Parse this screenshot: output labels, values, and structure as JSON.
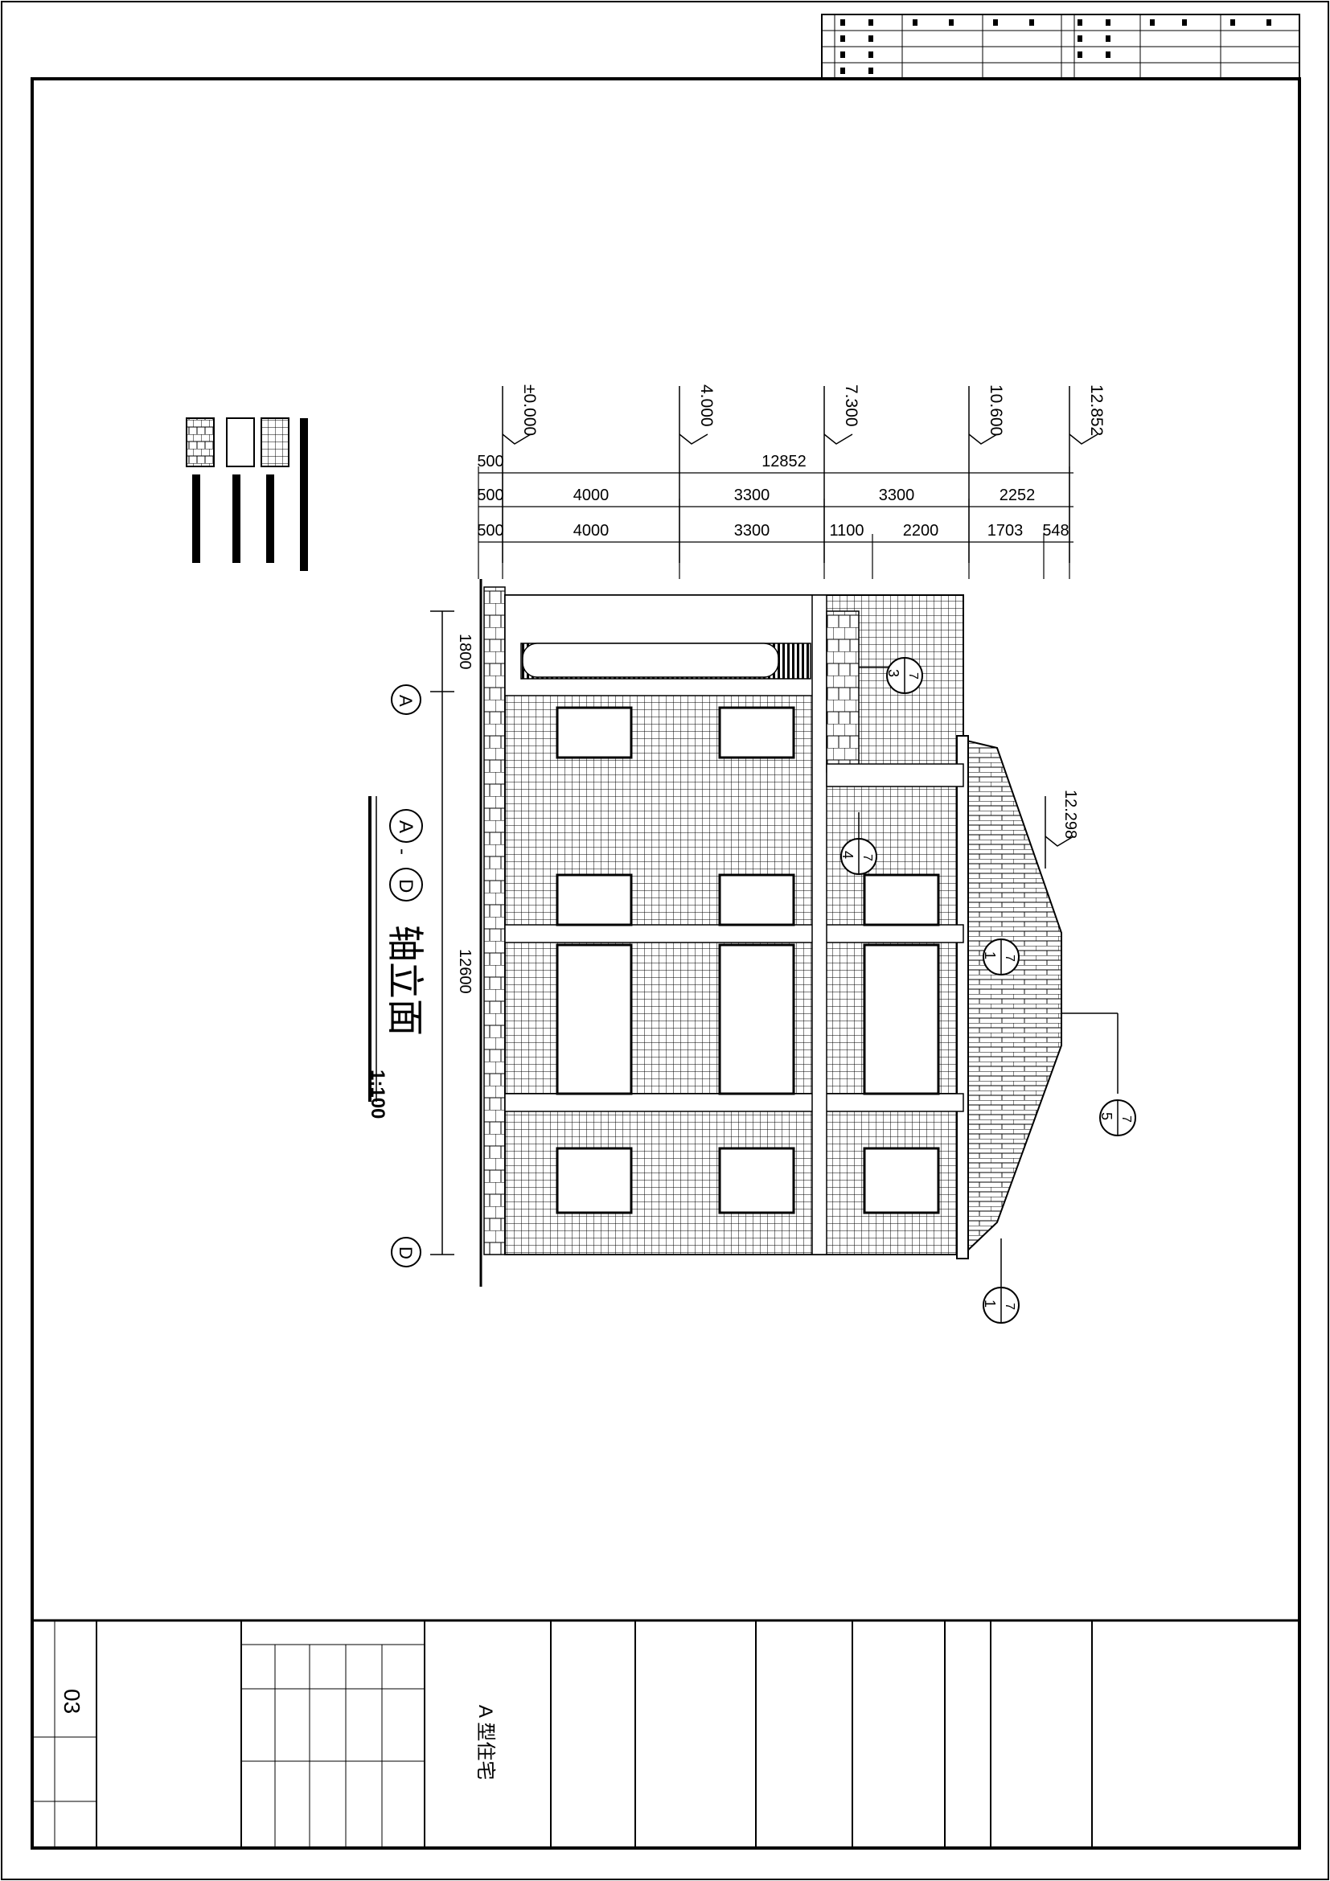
{
  "drawing": {
    "title_main": "A-D",
    "title_circle_a": "A",
    "title_circle_d": "D",
    "title_dash": "-",
    "title_chinese": "轴立面",
    "scale": "1:100"
  },
  "elevations": {
    "levels": [
      "±0.000",
      "4.000",
      "7.300",
      "10.600",
      "12.852"
    ],
    "roof_level": "12.298"
  },
  "dimensions": {
    "overall": "12852",
    "row_floor": [
      "500",
      "4000",
      "3300",
      "3300",
      "2252"
    ],
    "row_detail": [
      "500",
      "4000",
      "3300",
      "1100",
      "2200",
      "1703",
      "548"
    ],
    "left_offset": "500",
    "axis_total": "12600",
    "axis_sub": "1800"
  },
  "axes": {
    "a": "A",
    "d": "D"
  },
  "details": [
    {
      "num": "3",
      "sheet": "7"
    },
    {
      "num": "4",
      "sheet": "7"
    },
    {
      "num": "1",
      "sheet": "7"
    },
    {
      "num": "5",
      "sheet": "7"
    },
    {
      "num": "1",
      "sheet": "7"
    }
  ],
  "titleblock": {
    "sheet_no": "03",
    "project_name": "A 型住宅"
  },
  "colors": {
    "line": "#000000",
    "paper": "#ffffff"
  }
}
